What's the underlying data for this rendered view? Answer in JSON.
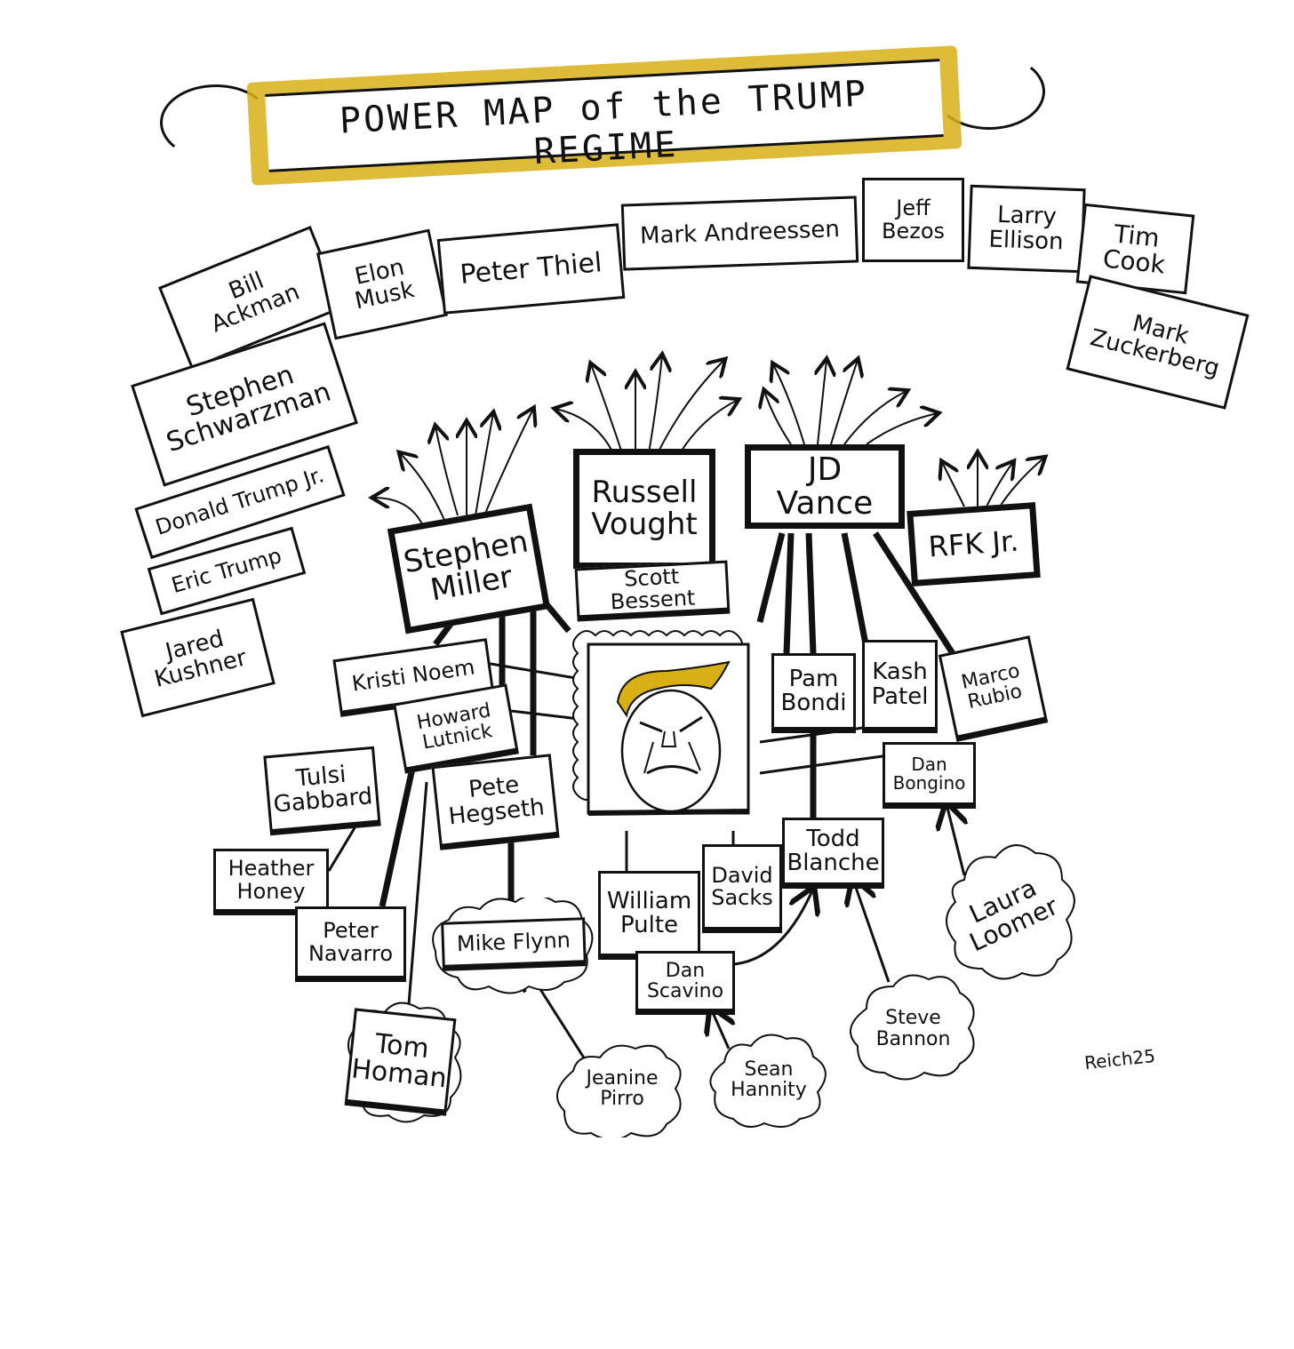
{
  "title": "POWER MAP of the TRUMP REGIME",
  "colors": {
    "ink": "#111111",
    "accent_gold": "#d8b016",
    "paper": "#ffffff"
  },
  "top_tier": [
    {
      "id": "ackman",
      "label": "Bill\nAckman"
    },
    {
      "id": "musk",
      "label": "Elon\nMusk"
    },
    {
      "id": "thiel",
      "label": "Peter Thiel"
    },
    {
      "id": "andreessen",
      "label": "Mark Andreessen"
    },
    {
      "id": "bezos",
      "label": "Jeff\nBezos"
    },
    {
      "id": "ellison",
      "label": "Larry\nEllison"
    },
    {
      "id": "cook",
      "label": "Tim\nCook"
    },
    {
      "id": "zuckerberg",
      "label": "Mark\nZuckerberg"
    },
    {
      "id": "schwarzman",
      "label": "Stephen\nSchwarzman"
    }
  ],
  "family": [
    {
      "id": "trumpjr",
      "label": "Donald Trump Jr."
    },
    {
      "id": "eric",
      "label": "Eric Trump"
    },
    {
      "id": "kushner",
      "label": "Jared\nKushner"
    }
  ],
  "power_centers": [
    {
      "id": "miller",
      "label": "Stephen\nMiller"
    },
    {
      "id": "vought",
      "label": "Russell\nVought"
    },
    {
      "id": "vance",
      "label": "JD Vance"
    },
    {
      "id": "rfk",
      "label": "RFK Jr."
    }
  ],
  "cabinet": [
    {
      "id": "bessent",
      "label": "Scott Bessent"
    },
    {
      "id": "noem",
      "label": "Kristi Noem"
    },
    {
      "id": "lutnick",
      "label": "Howard\nLutnick"
    },
    {
      "id": "gabbard",
      "label": "Tulsi\nGabbard"
    },
    {
      "id": "hegseth",
      "label": "Pete\nHegseth"
    },
    {
      "id": "honey",
      "label": "Heather\nHoney"
    },
    {
      "id": "navarro",
      "label": "Peter\nNavarro"
    },
    {
      "id": "bondi",
      "label": "Pam\nBondi"
    },
    {
      "id": "patel",
      "label": "Kash\nPatel"
    },
    {
      "id": "rubio",
      "label": "Marco\nRubio"
    },
    {
      "id": "bongino",
      "label": "Dan\nBongino"
    },
    {
      "id": "blanche",
      "label": "Todd\nBlanche"
    },
    {
      "id": "pulte",
      "label": "William\nPulte"
    },
    {
      "id": "sacks",
      "label": "David\nSacks"
    },
    {
      "id": "scavino",
      "label": "Dan\nScavino"
    },
    {
      "id": "flynn",
      "label": "Mike Flynn"
    },
    {
      "id": "homan",
      "label": "Tom\nHoman"
    }
  ],
  "influencers": [
    {
      "id": "pirro",
      "label": "Jeanine\nPirro"
    },
    {
      "id": "hannity",
      "label": "Sean\nHannity"
    },
    {
      "id": "bannon",
      "label": "Steve\nBannon"
    },
    {
      "id": "loomer",
      "label": "Laura\nLoomer"
    }
  ],
  "center": {
    "label": "Trump portrait"
  },
  "signature": "Reich25"
}
